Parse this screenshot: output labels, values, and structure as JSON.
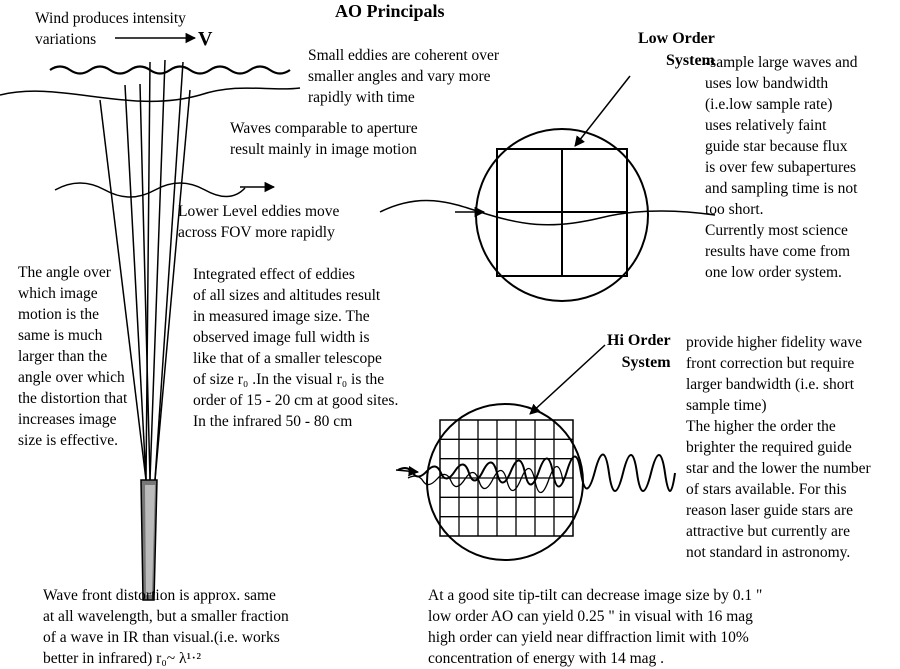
{
  "title": "AO Principals",
  "wind_note": "Wind produces intensity\nvariations",
  "wind_symbol": "V",
  "small_eddies": "Small eddies  are coherent over\nsmaller angles and vary more\nrapidly with time",
  "waves_aperture": "Waves comparable to aperture\nresult mainly in image motion",
  "lower_level": "Lower Level eddies move\nacross FOV more rapidly",
  "angle_note": "The angle over\nwhich image\nmotion is the\nsame is much\nlarger than the\nangle over which\nthe  distortion that\nincreases image\nsize is effective.",
  "integrated": "Integrated effect of eddies\nof all sizes and altitudes result\nin measured image size. The\nobserved image full width is\nlike that of a smaller telescope\nof size r₀ .In the visual r₀ is the\norder of 15 - 20 cm at good sites.\nIn the infrared 50 - 80 cm",
  "low_order": {
    "label": "Low Order\nSystem",
    "text": "-sample large waves and\nuses low bandwidth\n(i.e.low sample rate)\nuses relatively faint\nguide star because flux\nis over few subapertures\nand sampling time is not\ntoo short.\nCurrently most science\nresults have come from\none low order system."
  },
  "hi_order": {
    "label": "Hi Order\nSystem",
    "text": "provide higher fidelity wave\nfront correction but require\nlarger bandwidth (i.e. short\nsample time)\nThe higher the order the\nbrighter the required guide\nstar and the lower the number\nof stars available. For this\nreason laser guide stars are\nattractive but currently are\nnot standard in astronomy."
  },
  "wavefront": "Wave front distortion is approx. same\nat all wavelength, but a smaller fraction\nof a  wave in IR than visual.(i.e. works\n better in infrared)  r₀~ λ¹·²",
  "good_site": "At a good site tip-tilt can decrease image size by 0.1 \"\nlow order AO can yield 0.25 \" in visual with 16 mag\nhigh order can yield near diffraction limit with 10%\nconcentration of energy with 14 mag ."
}
